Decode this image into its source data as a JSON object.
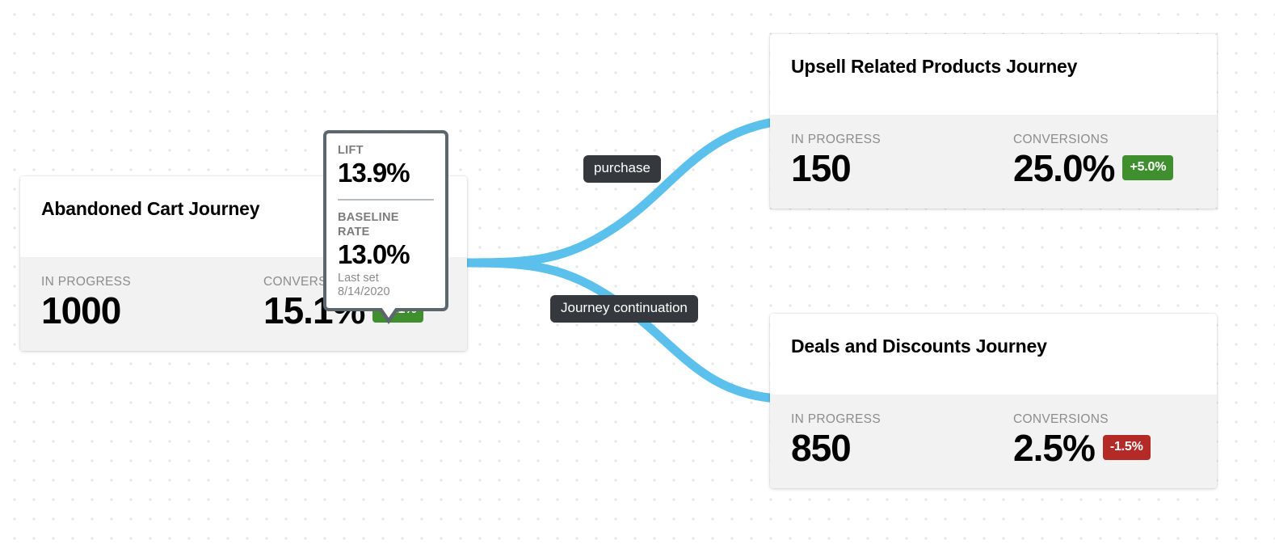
{
  "canvas": {
    "accent_blue": "#5bc0ec",
    "positive_color": "#3f8f2f",
    "negative_color": "#b32a26",
    "label_pill_color": "#35393d",
    "tooltip_border_color": "#5b676d"
  },
  "cards": [
    {
      "id": "abandoned-cart",
      "title": "Abandoned Cart Journey",
      "in_progress_label": "IN PROGRESS",
      "in_progress_value": "1000",
      "conversions_label": "CONVERSIONS",
      "conversions_value": "15.1%",
      "delta": "+2.1%",
      "delta_direction": "positive"
    },
    {
      "id": "upsell",
      "title": "Upsell Related Products Journey",
      "in_progress_label": "IN PROGRESS",
      "in_progress_value": "150",
      "conversions_label": "CONVERSIONS",
      "conversions_value": "25.0%",
      "delta": "+5.0%",
      "delta_direction": "positive"
    },
    {
      "id": "deals",
      "title": "Deals and Discounts Journey",
      "in_progress_label": "IN PROGRESS",
      "in_progress_value": "850",
      "conversions_label": "CONVERSIONS",
      "conversions_value": "2.5%",
      "delta": "-1.5%",
      "delta_direction": "negative"
    }
  ],
  "edges": [
    {
      "id": "purchase",
      "label": "purchase"
    },
    {
      "id": "journey-continuation",
      "label": "Journey continuation"
    }
  ],
  "lift_tooltip": {
    "lift_label": "LIFT",
    "lift_value": "13.9%",
    "baseline_label": "BASELINE RATE",
    "baseline_value": "13.0%",
    "last_set": "Last set 8/14/2020"
  }
}
